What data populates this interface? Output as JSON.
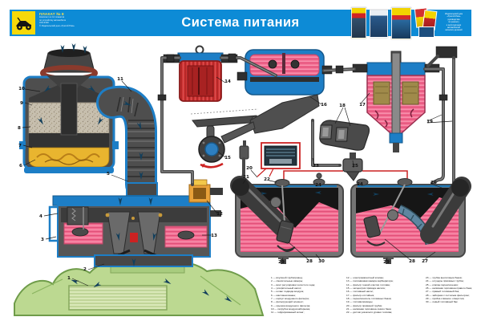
{
  "header": {
    "badge_title": "ПЛАКАТ № 8",
    "badge_lines": [
      "Комплект из 12 плакатов",
      "по устройству автомобиля",
      "УАЗ-3160",
      "© Издательский дом «Третий Рим»"
    ],
    "title": "Система питания",
    "right_lines": [
      "Издательский дом",
      "«Третий Рим»",
      "руководства",
      "по ремонту",
      "и эксплуатации",
      "автомобилей",
      "каталоги деталей"
    ]
  },
  "diagram": {
    "callouts": {
      "c1": "1",
      "c2": "2",
      "c3": "3",
      "c4": "4",
      "c5": "5",
      "c6": "6",
      "c7": "7",
      "c8": "8",
      "c9": "9",
      "c10": "10",
      "c11": "11",
      "c12": "12",
      "c13": "13",
      "c14": "14",
      "c15": "15",
      "c16": "16",
      "c17": "17",
      "c18": "18",
      "c19": "19",
      "c20": "20",
      "c21": "21",
      "c22": "22",
      "c23": "23",
      "c24a": "24",
      "c24b": "24",
      "c25": "25",
      "c26": "26",
      "c27": "27",
      "c28a": "28",
      "c28b": "28",
      "c29a": "29",
      "c29b": "29",
      "c30": "30"
    }
  },
  "legend": {
    "col1": [
      "1 — впускной трубопровод;",
      "2 — смесительные камеры;",
      "3 — винт регулировки холостого хода;",
      "4 — ускорительный насос;",
      "5 — шланг подвода воздуха;",
      "6 — масляная ванна;",
      "7 — корпус воздушного фильтра;",
      "8 — фильтрующий элемент;",
      "9 — крышка воздушного фильтра;",
      "10 — патрубок воздухозаборника;",
      "11 — гофрированный шланг;"
    ],
    "col2": [
      "12 — электромагнитный клапан;",
      "13 — поплавковая камера карбюратора;",
      "14 — фильтр тонкой очистки топлива;",
      "15 — эксцентрик привода насоса;",
      "16 — топливный насос;",
      "17 — фильтр-отстойник;",
      "18 — переключатель топливных баков;",
      "19 — топливопроводы;",
      "20 — фильтр приёмной трубки;",
      "21 — наливная горловина левого бака;",
      "22 — датчик указателя уровня топлива;"
    ],
    "col3": [
      "23 — трубка вентиляции баков;",
      "24 — штуцеры приёмных трубок;",
      "25 — клапан переключения;",
      "26 — наливная горловина правого бака;",
      "27 — правый топливный бак;",
      "28 — заборник с сетчатым фильтром;",
      "29 — пробка сливного отверстия;",
      "30 — левый топливный бак."
    ]
  },
  "colors": {
    "header_blue": "#0d8bd6",
    "casing_blue": "#1d7ec6",
    "fuel_pink": "#f2688e",
    "filter_red": "#ce3232",
    "oil_yellow": "#e9b52f",
    "manifold_green": "#bcd991",
    "arrow_navy": "#123f5c"
  }
}
